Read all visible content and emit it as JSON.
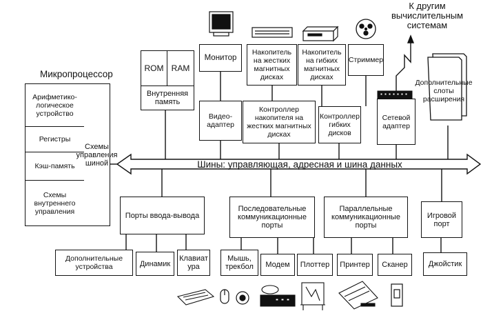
{
  "cpu": {
    "title": "Микропроцессор",
    "alu": "Арифметико-логическое устройство",
    "registers": "Регистры",
    "cache": "Кэш-память",
    "internal_control": "Схемы внутреннего управления",
    "bus_control": "Схемы управления шиной"
  },
  "memory": {
    "rom": "ROM",
    "ram": "RAM",
    "internal": "Внутренняя память"
  },
  "peripherals_top": {
    "monitor": "Монитор",
    "hdd": "Накопитель на жестких магнитных дисках",
    "fdd": "Накопитель на гибких магнитных дисках",
    "streamer": "Стриммер",
    "video_adapter": "Видео-адаптер",
    "hdd_controller": "Контроллер накопителя на жестких магнитных дисках",
    "fdd_controller": "Контроллер гибких дисков",
    "network_adapter": "Сетевой адаптер",
    "expansion_slots": "Дополнительные слоты расширения",
    "other_systems": "К другим вычислительным системам"
  },
  "bus": {
    "label": "Шины: управляющая, адресная и шина данных"
  },
  "ports": {
    "io": "Порты ввода-вывода",
    "serial": "Последовательные коммуникационные порты",
    "parallel": "Параллельные коммуникационные порты",
    "game": "Игровой порт"
  },
  "devices": {
    "extra": "Дополнительные устройства",
    "speaker": "Динамик",
    "keyboard": "Клавиатура",
    "mouse": "Мышь, трекбол",
    "modem": "Модем",
    "plotter": "Плоттер",
    "printer": "Принтер",
    "scanner": "Сканер",
    "joystick": "Джойстик"
  },
  "icons": [
    "monitor-icon",
    "hdd-icon",
    "floppy-drive-icon",
    "tape-reel-icon",
    "network-hub-icon",
    "expansion-cards-icon",
    "keyboard-icon",
    "mouse-icon",
    "modem-icon",
    "plotter-icon",
    "printer-icon",
    "scanner-icon"
  ]
}
